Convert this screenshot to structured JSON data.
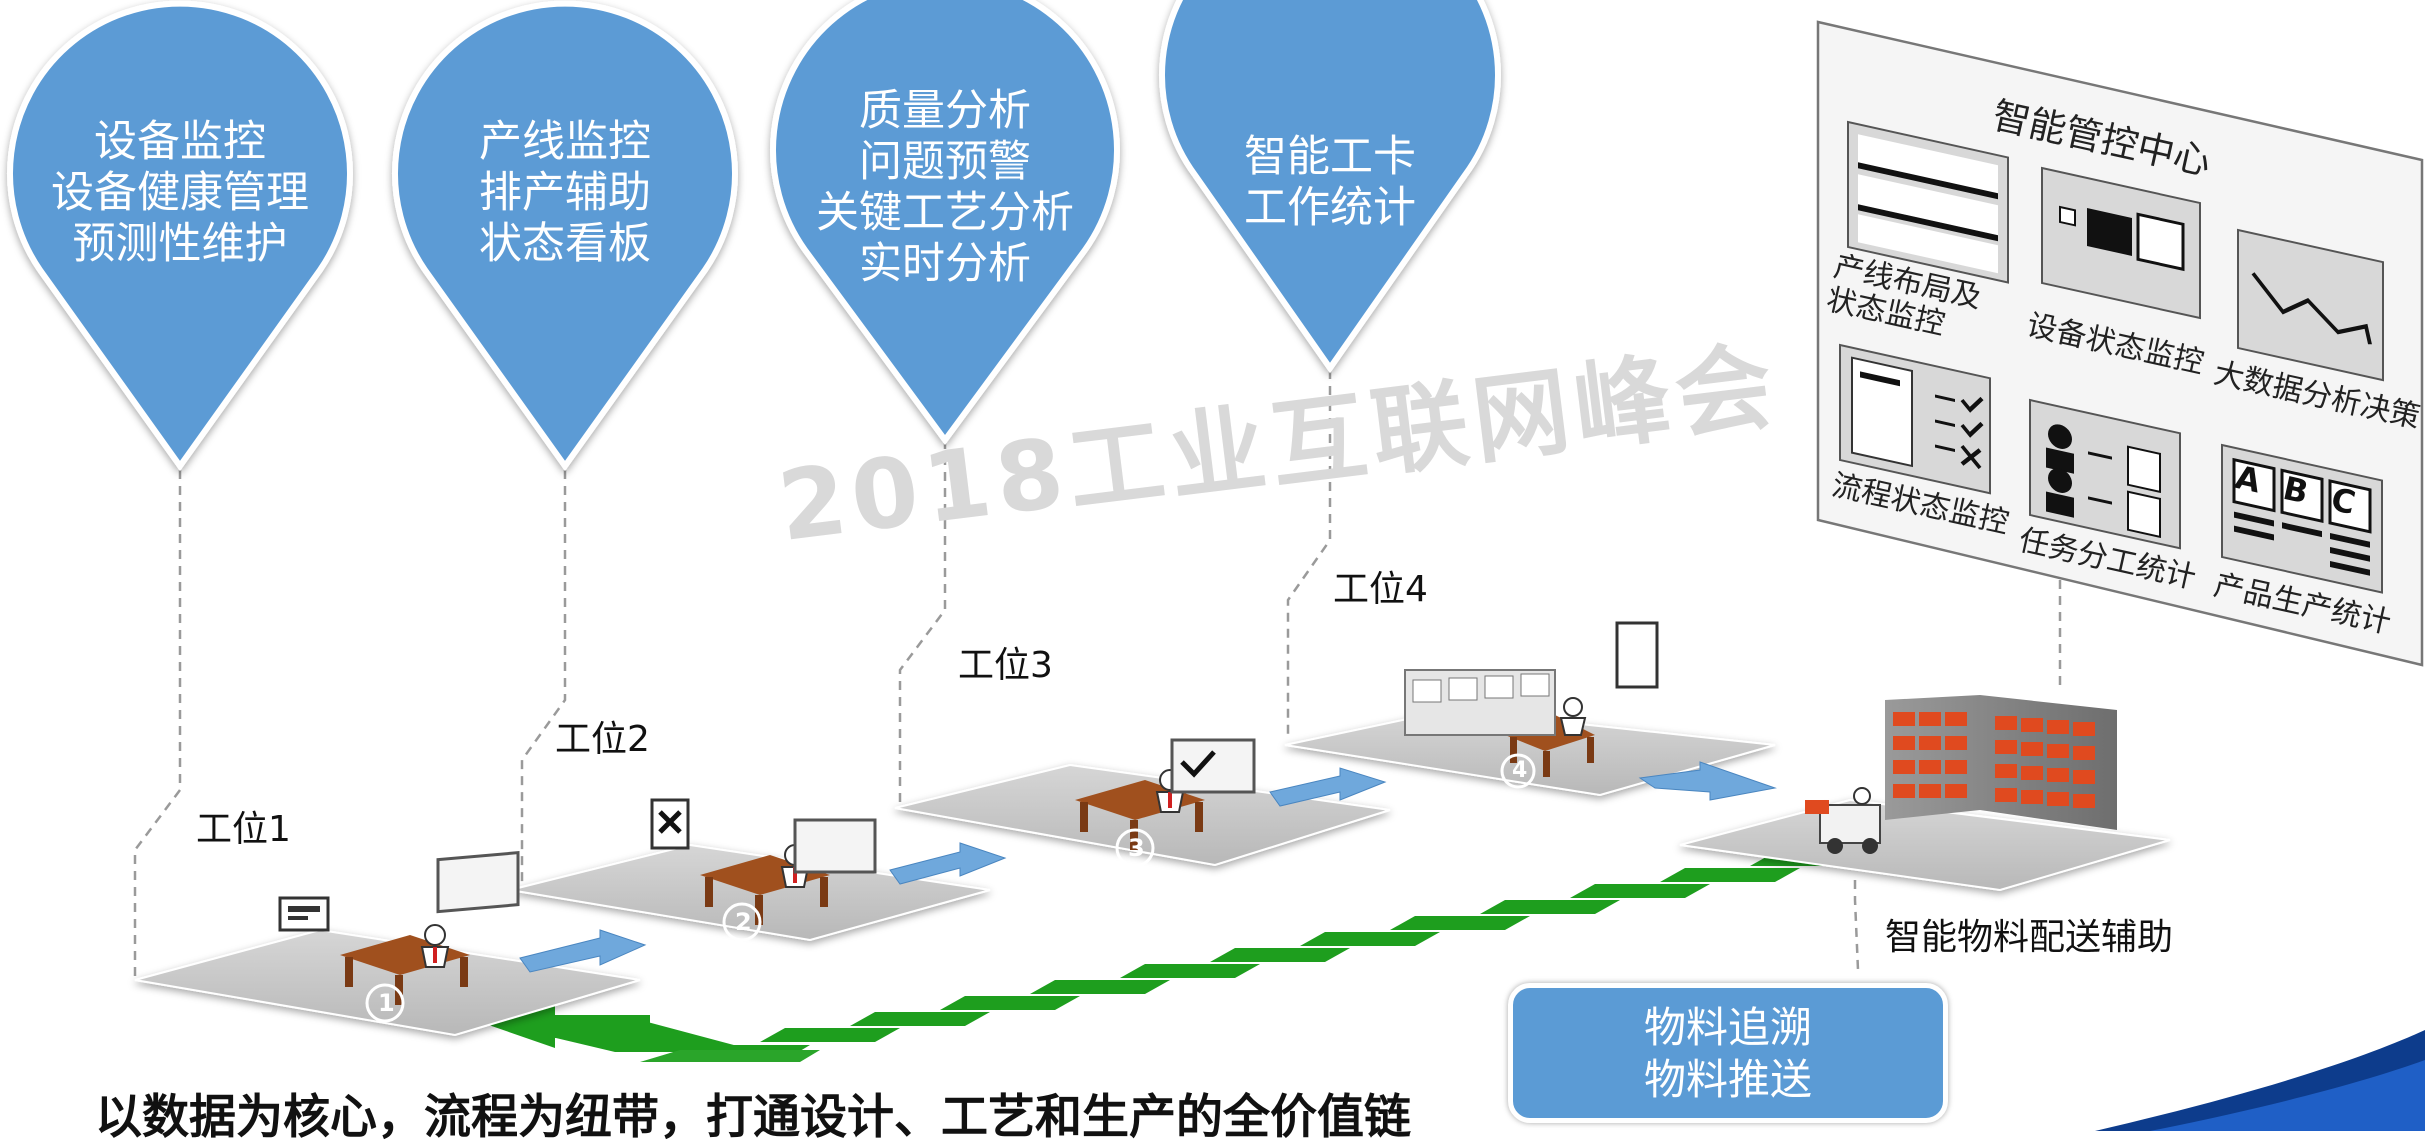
{
  "watermark": "2018工业互联网峰会",
  "pins": [
    {
      "lines": [
        "设备监控",
        "设备健康管理",
        "预测性维护"
      ]
    },
    {
      "lines": [
        "产线监控",
        "排产辅助",
        "状态看板"
      ]
    },
    {
      "lines": [
        "质量分析",
        "问题预警",
        "关键工艺分析",
        "实时分析"
      ]
    },
    {
      "lines": [
        "智能工卡",
        "工作统计"
      ]
    }
  ],
  "stations": [
    {
      "label": "工位1",
      "number": "1"
    },
    {
      "label": "工位2",
      "number": "2"
    },
    {
      "label": "工位3",
      "number": "3"
    },
    {
      "label": "工位4",
      "number": "4"
    }
  ],
  "control_center": {
    "title": "智能管控中心",
    "items": [
      {
        "label_lines": [
          "产线布局及",
          "状态监控"
        ],
        "icon": "layout-grid-icon"
      },
      {
        "label_lines": [
          "设备状态监控"
        ],
        "icon": "device-monitor-icon"
      },
      {
        "label_lines": [
          "大数据分析决策"
        ],
        "icon": "trend-chart-icon"
      },
      {
        "label_lines": [
          "流程状态监控"
        ],
        "icon": "checklist-icon"
      },
      {
        "label_lines": [
          "任务分工统计"
        ],
        "icon": "task-assign-icon"
      },
      {
        "label_lines": [
          "产品生产统计"
        ],
        "icon": "abc-stats-icon"
      }
    ],
    "abc_letters": [
      "A",
      "B",
      "C"
    ]
  },
  "warehouse_label": "智能物料配送辅助",
  "material_box": {
    "line1": "物料追溯",
    "line2": "物料推送"
  },
  "caption": "以数据为核心，流程为纽带，打通设计、工艺和生产的全价值链",
  "colors": {
    "pin_blue": "#5b9bd5",
    "arrow_blue": "#6fa8dc",
    "track_green": "#1e9e1e",
    "shelf_red": "#e04a1f",
    "platform_gray": "#c8c8c8"
  }
}
